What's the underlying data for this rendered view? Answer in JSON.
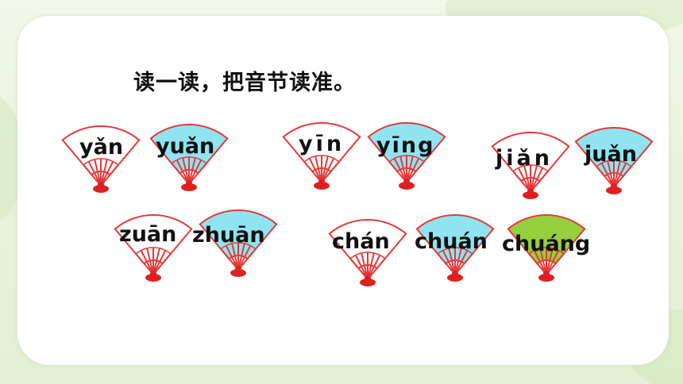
{
  "heading": "读一读，把音节读准。",
  "colors": {
    "fan_outline": "#e43a3a",
    "fan_fill_white": "#ffffff",
    "fan_fill_blue": "#8fe4f0",
    "fan_fill_green": "#95cf3d",
    "fan_handle": "#e02020"
  },
  "syllables": {
    "yan": "yǎn",
    "yuan": "yuǎn",
    "yin": "yīn",
    "ying": "yīng",
    "jian": "jiǎn",
    "juan": "juǎn",
    "zuan": "zuān",
    "zhuan": "zhuān",
    "chan": "chán",
    "chuan": "chuán",
    "chuang": "chuáng"
  }
}
